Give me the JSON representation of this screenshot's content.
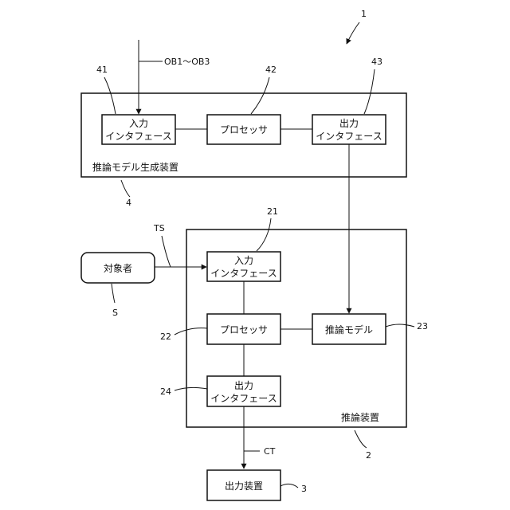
{
  "figure_ref": "1",
  "generator": {
    "label": "推論モデル生成装置",
    "ref": "4",
    "input_signal": "OB1〜OB3",
    "input_if": {
      "line1": "入力",
      "line2": "インタフェース",
      "ref": "41"
    },
    "processor": {
      "label": "プロセッサ",
      "ref": "42"
    },
    "output_if": {
      "line1": "出力",
      "line2": "インタフェース",
      "ref": "43"
    }
  },
  "inference": {
    "label": "推論装置",
    "ref": "2",
    "input_if": {
      "line1": "入力",
      "line2": "インタフェース",
      "ref": "21"
    },
    "processor": {
      "label": "プロセッサ",
      "ref": "22"
    },
    "model": {
      "label": "推論モデル",
      "ref": "23"
    },
    "output_if": {
      "line1": "出力",
      "line2": "インタフェース",
      "ref": "24"
    }
  },
  "subject": {
    "label": "対象者",
    "ref": "S",
    "signal": "TS"
  },
  "output_device": {
    "label": "出力装置",
    "ref": "3",
    "signal": "CT"
  }
}
